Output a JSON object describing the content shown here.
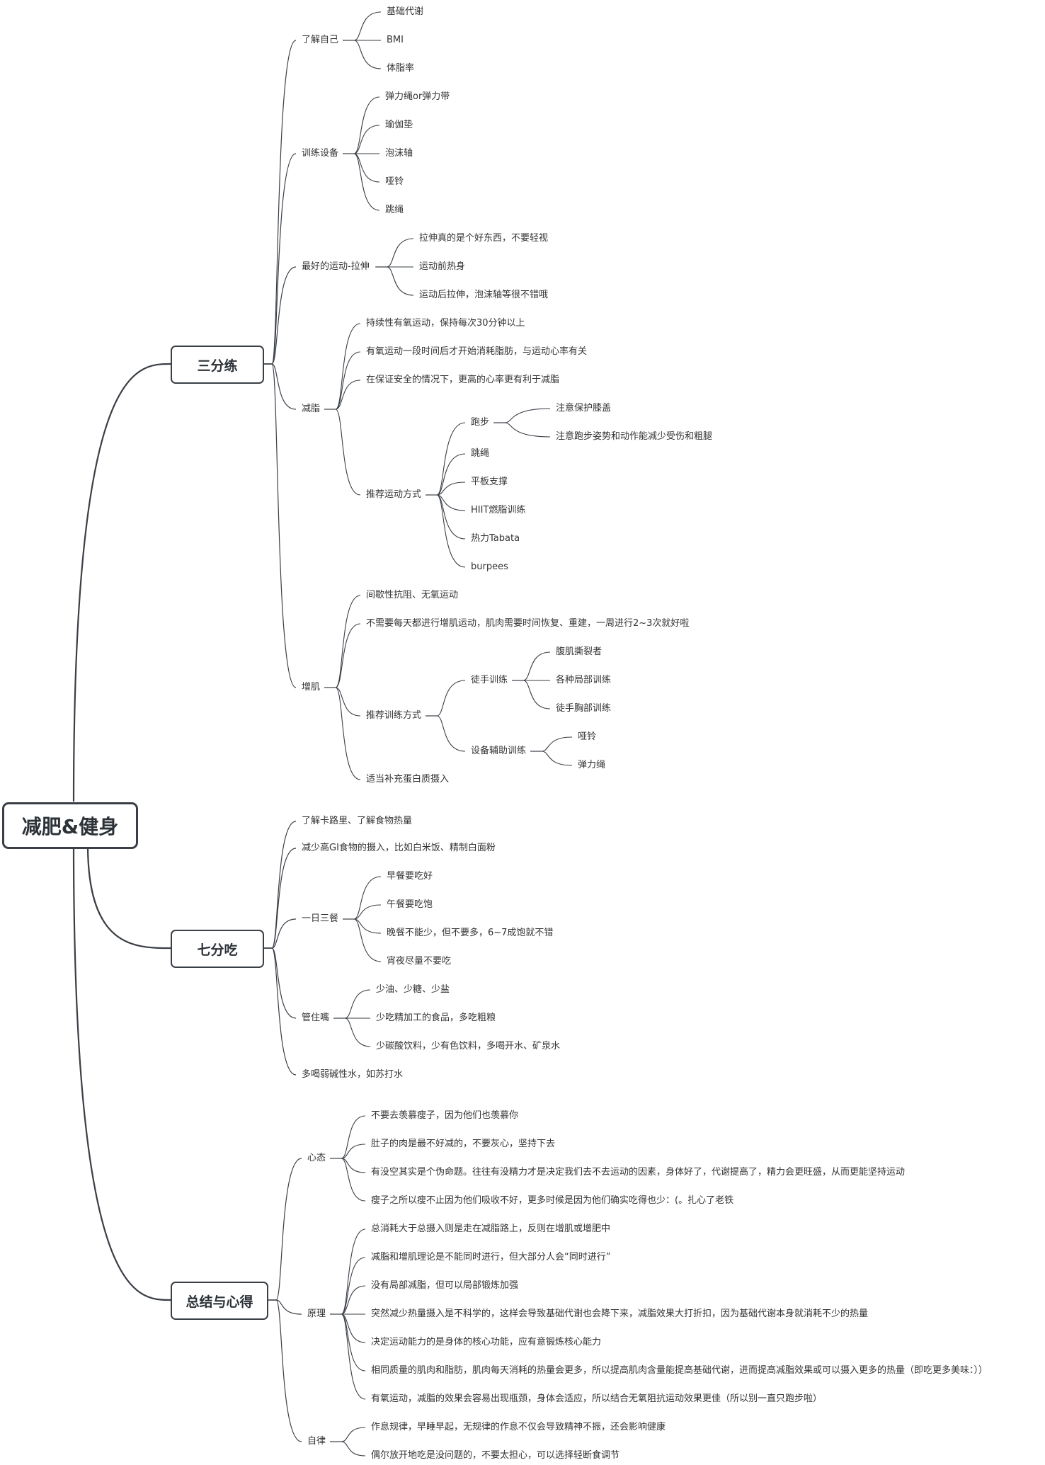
{
  "title": "减肥&健身",
  "branches": [
    {
      "label": "三分练",
      "children": [
        {
          "label": "了解自己",
          "children": [
            {
              "label": "基础代谢"
            },
            {
              "label": "BMI"
            },
            {
              "label": "体脂率"
            }
          ]
        },
        {
          "label": "训练设备",
          "children": [
            {
              "label": "弹力绳or弹力带"
            },
            {
              "label": "瑜伽垫"
            },
            {
              "label": "泡沫轴"
            },
            {
              "label": "哑铃"
            },
            {
              "label": "跳绳"
            }
          ]
        },
        {
          "label": "最好的运动-拉伸",
          "children": [
            {
              "label": "拉伸真的是个好东西，不要轻视"
            },
            {
              "label": "运动前热身"
            },
            {
              "label": "运动后拉伸，泡沫轴等很不错哦"
            }
          ]
        },
        {
          "label": "减脂",
          "children": [
            {
              "label": "持续性有氧运动，保持每次30分钟以上"
            },
            {
              "label": "有氧运动一段时间后才开始消耗脂肪，与运动心率有关"
            },
            {
              "label": "在保证安全的情况下，更高的心率更有利于减脂"
            },
            {
              "label": "推荐运动方式",
              "children": [
                {
                  "label": "跑步",
                  "children": [
                    {
                      "label": "注意保护膝盖"
                    },
                    {
                      "label": "注意跑步姿势和动作能减少受伤和粗腿"
                    }
                  ]
                },
                {
                  "label": "跳绳"
                },
                {
                  "label": "平板支撑"
                },
                {
                  "label": "HIIT燃脂训练"
                },
                {
                  "label": "热力Tabata"
                },
                {
                  "label": "burpees"
                }
              ]
            }
          ]
        },
        {
          "label": "增肌",
          "children": [
            {
              "label": "间歇性抗阻、无氧运动"
            },
            {
              "label": "不需要每天都进行增肌运动，肌肉需要时间恢复、重建，一周进行2~3次就好啦"
            },
            {
              "label": "推荐训练方式",
              "children": [
                {
                  "label": "徒手训练",
                  "children": [
                    {
                      "label": "腹肌撕裂者"
                    },
                    {
                      "label": "各种局部训练"
                    },
                    {
                      "label": "徒手胸部训练"
                    }
                  ]
                },
                {
                  "label": "设备辅助训练",
                  "children": [
                    {
                      "label": "哑铃"
                    },
                    {
                      "label": "弹力绳"
                    }
                  ]
                }
              ]
            },
            {
              "label": "适当补充蛋白质摄入"
            }
          ]
        }
      ]
    },
    {
      "label": "七分吃",
      "children": [
        {
          "label": "了解卡路里、了解食物热量"
        },
        {
          "label": "减少高GI食物的摄入，比如白米饭、精制白面粉"
        },
        {
          "label": "一日三餐",
          "children": [
            {
              "label": "早餐要吃好"
            },
            {
              "label": "午餐要吃饱"
            },
            {
              "label": "晚餐不能少，但不要多，6~7成饱就不错"
            },
            {
              "label": "宵夜尽量不要吃"
            }
          ]
        },
        {
          "label": "管住嘴",
          "children": [
            {
              "label": "少油、少糖、少盐"
            },
            {
              "label": "少吃精加工的食品，多吃粗粮"
            },
            {
              "label": "少碳酸饮料，少有色饮料，多喝开水、矿泉水"
            }
          ]
        },
        {
          "label": "多喝弱碱性水，如苏打水"
        }
      ]
    },
    {
      "label": "总结与心得",
      "children": [
        {
          "label": "心态",
          "children": [
            {
              "label": "不要去羡慕瘦子，因为他们也羡慕你"
            },
            {
              "label": "肚子的肉是最不好减的，不要灰心，坚持下去"
            },
            {
              "label": "有没空其实是个伪命题。往往有没精力才是决定我们去不去运动的因素，身体好了，代谢提高了，精力会更旺盛，从而更能坚持运动"
            },
            {
              "label": "瘦子之所以瘦不止因为他们吸收不好，更多时候是因为他们确实吃得也少：(。扎心了老铁"
            }
          ]
        },
        {
          "label": "原理",
          "children": [
            {
              "label": "总消耗大于总摄入则是走在减脂路上，反则在增肌或增肥中"
            },
            {
              "label": "减脂和增肌理论是不能同时进行，但大部分人会“同时进行”"
            },
            {
              "label": "没有局部减脂，但可以局部锻炼加强"
            },
            {
              "label": "突然减少热量摄入是不科学的，这样会导致基础代谢也会降下来，减脂效果大打折扣，因为基础代谢本身就消耗不少的热量"
            },
            {
              "label": "决定运动能力的是身体的核心功能，应有意锻炼核心能力"
            },
            {
              "label": "相同质量的肌肉和脂肪，肌肉每天消耗的热量会更多，所以提高肌肉含量能提高基础代谢，进而提高减脂效果或可以摄入更多的热量（即吃更多美味：））"
            },
            {
              "label": "有氧运动，减脂的效果会容易出现瓶颈，身体会适应，所以结合无氧阻抗运动效果更佳（所以别一直只跑步啦）"
            }
          ]
        },
        {
          "label": "自律",
          "children": [
            {
              "label": "作息规律，早睡早起，无规律的作息不仅会导致精神不振，还会影响健康"
            },
            {
              "label": "偶尔放开地吃是没问题的，不要太担心，可以选择轻断食调节"
            }
          ]
        }
      ]
    }
  ]
}
